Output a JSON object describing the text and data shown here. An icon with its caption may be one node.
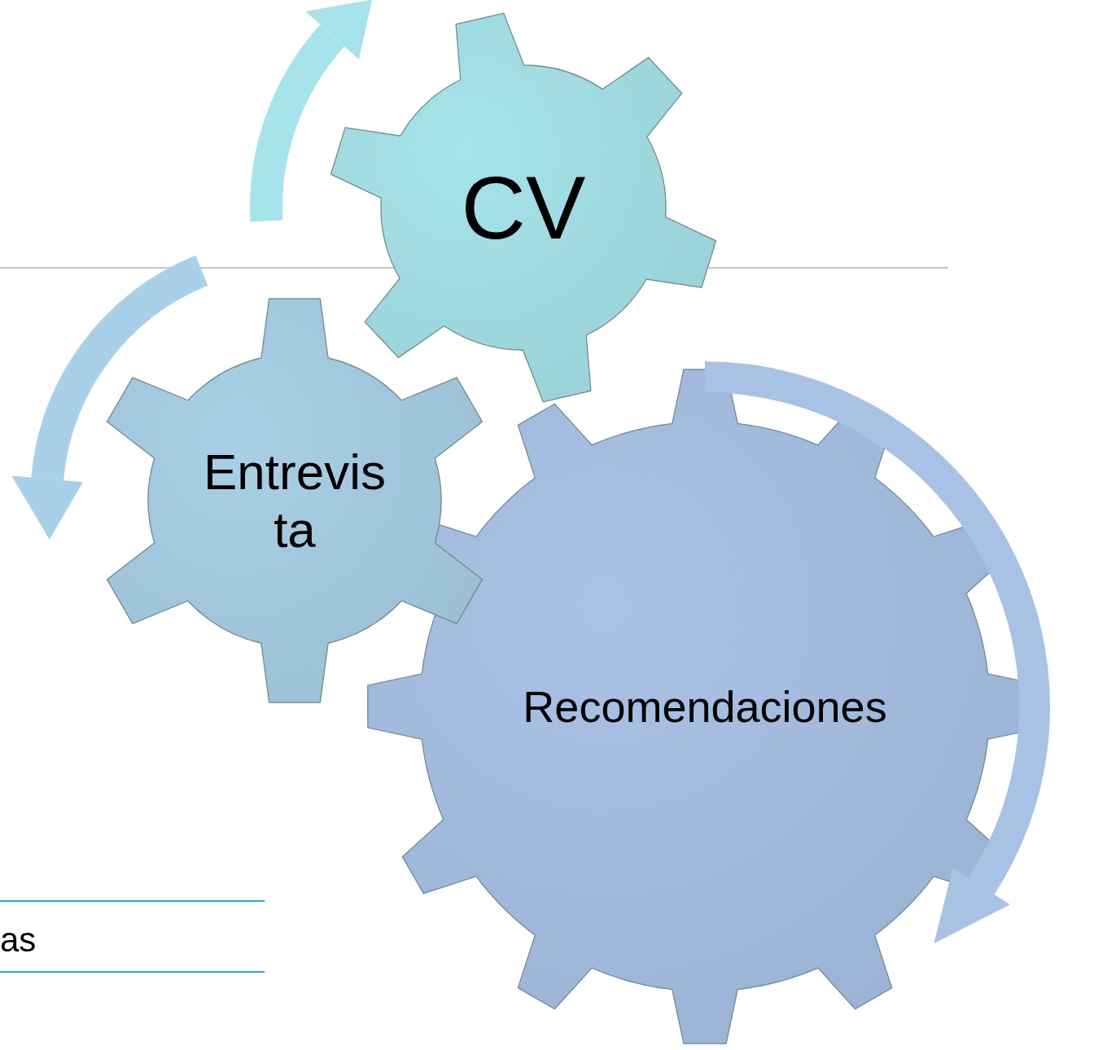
{
  "diagram": {
    "nodes": [
      {
        "text": [
          "CV"
        ]
      },
      {
        "text": [
          "Entrevista"
        ]
      },
      {
        "text": [
          "Recomendaciones"
        ]
      }
    ],
    "labels": [
      "as"
    ]
  }
}
